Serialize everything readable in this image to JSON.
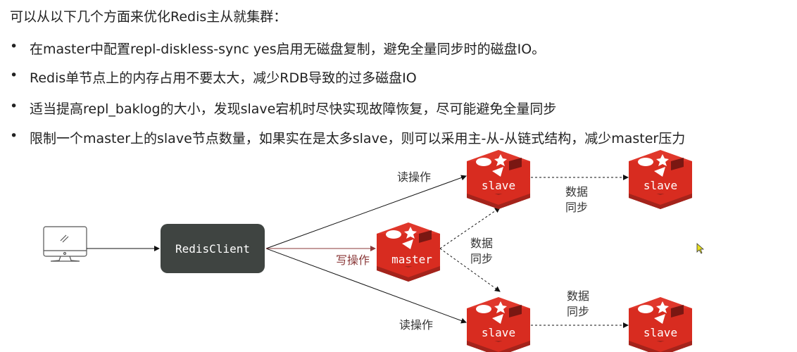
{
  "title": "可以从以下几个方面来优化Redis主从就集群：",
  "bullets": [
    "在master中配置repl-diskless-sync yes启用无磁盘复制，避免全量同步时的磁盘IO。",
    "Redis单节点上的内存占用不要太大，减少RDB导致的过多磁盘IO",
    "适当提高repl_baklog的大小，发现slave宕机时尽快实现故障恢复，尽可能避免全量同步",
    "限制一个master上的slave节点数量，如果实在是太多slave，则可以采用主-从-从链式结构，减少master压力"
  ],
  "bullet_symbol": "•",
  "diagram": {
    "client": "RedisClient",
    "master": "master",
    "slave": "slave",
    "read_op": "读操作",
    "write_op": "写操作",
    "sync_line1": "数据",
    "sync_line2": "同步",
    "colors": {
      "redis_red": "#d82c20",
      "client_box": "#3f4441",
      "write_arrow": "#8b3a3a"
    },
    "icons": [
      "monitor-icon",
      "redis-icon"
    ]
  }
}
